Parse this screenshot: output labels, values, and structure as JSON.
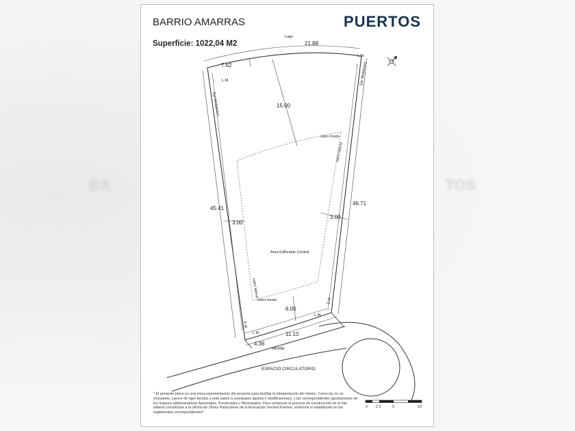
{
  "header": {
    "title": "BARRIO AMARRAS",
    "surface": "Superficie: 1022,04 M2",
    "logo": "PUERTOS"
  },
  "background": {
    "left_text": "BA",
    "right_text": "TOS"
  },
  "plan": {
    "lake_label": "Lago",
    "top_dimension": "21.88",
    "top_left_dimension": "7.62",
    "left_side_dimension": "45.41",
    "right_side_dimension": "46.71",
    "rear_setback_dimension": "15.00",
    "left_setback_dimension": "3.00",
    "right_setback_dimension": "3.00",
    "front_setback_dimension": "6.00",
    "front_dimension": "11.10",
    "front_left_dimension": "4.36",
    "lm_top_left": "L.M.",
    "lm_top_right": "L.M.",
    "lm_bottom_left": "L.M.",
    "lm_bottom_right": "L.M.",
    "em_left": "E.M.",
    "em_right": "E.M.",
    "eje_left": "Eje Medianero",
    "eje_right": "Eje Medianero",
    "retiro_fondo": "retiro fondo",
    "retiro_lateral_right": "retiro lateral",
    "retiro_lateral_left": "retiro lateral",
    "retiro_frente": "retiro frente",
    "buildable_area": "Area Edificable Central",
    "sidewalk": "vereda",
    "street": "ESPACIO CIRCULATORIO"
  },
  "scale_bar": {
    "ticks": [
      "0",
      "2.5",
      "5",
      "10"
    ]
  },
  "footnote": "* El presente plano es una mera representación del proyecto para facilitar la interpretación del mismo. Como tal, no es vinculante, carece de rigor técnico y está sujeto a eventuales ajustes y modificaciones, y las correspondientes aprobaciones de los órganos administrativos Nacionales, Provinciales y Municipales. Para comenzar el proceso de construcción en el lote deberá consultarse a la oficina de Obras Particulares de la Asociación Vecinal Puertos, conforme lo establecido en los reglamentos correspondientes*"
}
